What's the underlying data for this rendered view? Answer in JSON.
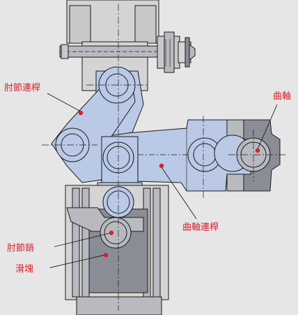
{
  "labels": {
    "toggle_link": "肘節連桿",
    "crankshaft": "曲軸",
    "connecting_rod": "曲軸連桿",
    "toggle_pin": "肘節銷",
    "slide_block": "滑塊"
  },
  "colors": {
    "background": "#e6e6e6",
    "link_fill": "#b9c9e6",
    "steel_fill": "#8a8d96",
    "steel_light": "#b8bac0",
    "frame_fill": "#d4d4d4",
    "outline": "#1b1b1b",
    "accent_red": "#d8202a"
  }
}
